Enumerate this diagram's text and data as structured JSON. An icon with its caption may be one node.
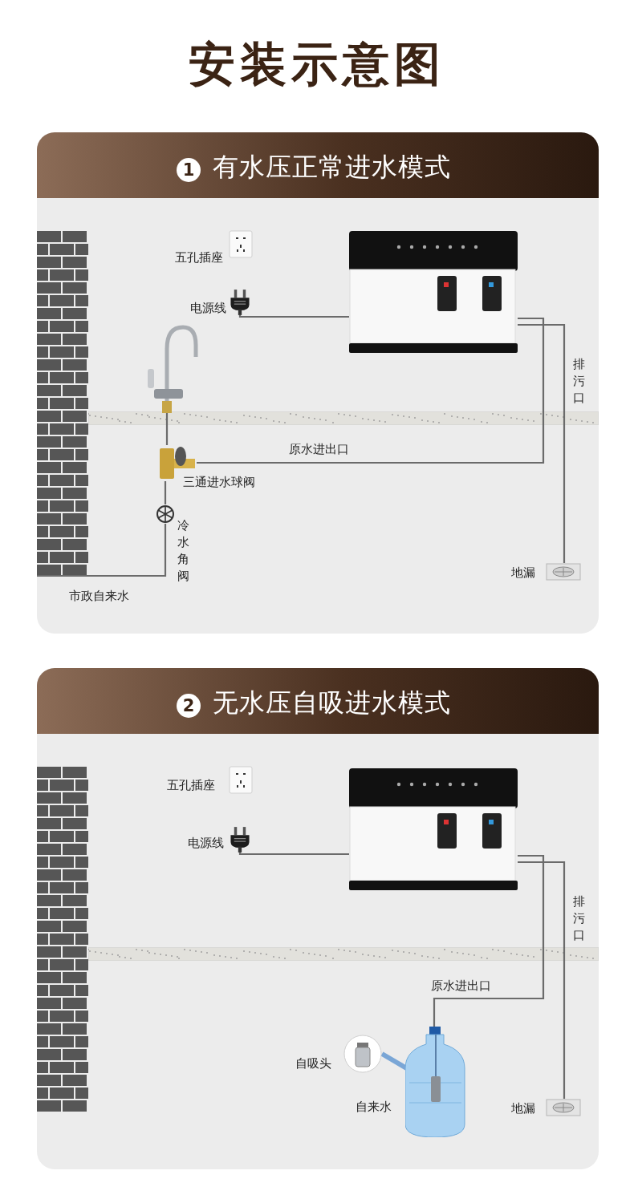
{
  "diagram": {
    "title": "安装示意图",
    "nodes": [
      {
        "text": [
          "有水压正常进水模式"
        ]
      },
      {
        "text": [
          "1"
        ],
        "in": 0
      },
      {
        "text": [],
        "shape": "picture",
        "in": 0,
        "beside": [
          "五孔插座"
        ]
      },
      {
        "text": [],
        "shape": "picture",
        "in": 0,
        "beside": [
          "电源线"
        ]
      },
      {
        "text": [],
        "shape": "picture",
        "in": 0
      },
      {
        "text": [],
        "shape": "picture",
        "in": 0
      },
      {
        "text": [],
        "shape": "picture",
        "in": 0,
        "beside": [
          "三通进水球阀"
        ]
      },
      {
        "text": [],
        "shape": "circle",
        "in": 0,
        "beside": [
          "冷水角阀"
        ]
      },
      {
        "text": [],
        "shape": "picture",
        "in": 0,
        "beside": [
          "地漏"
        ]
      },
      {
        "text": [
          "无水压自吸进水模式"
        ]
      },
      {
        "text": [
          "2"
        ],
        "in": 9
      },
      {
        "text": [],
        "shape": "picture",
        "in": 9,
        "beside": [
          "五孔插座"
        ]
      },
      {
        "text": [],
        "shape": "picture",
        "in": 9,
        "beside": [
          "电源线"
        ]
      },
      {
        "text": [],
        "shape": "picture",
        "in": 9
      },
      {
        "text": [],
        "shape": "picture",
        "in": 9,
        "beside": [
          "自吸头"
        ]
      },
      {
        "text": [],
        "shape": "picture",
        "in": 9,
        "beside": [
          "自来水"
        ]
      },
      {
        "text": [],
        "shape": "picture",
        "in": 9,
        "beside": [
          "地漏"
        ]
      }
    ],
    "edges": [
      {
        "from": 3,
        "to": 4,
        "arrow": "none"
      },
      {
        "from": 6,
        "to": 4,
        "arrow": "none",
        "label": "原水进出口"
      },
      {
        "from": 4,
        "to": 8,
        "arrow": "none",
        "label": "排污口"
      },
      {
        "from": 7,
        "to": 6,
        "arrow": "none"
      },
      {
        "from": 6,
        "to": 5,
        "arrow": "none"
      },
      {
        "from": null,
        "to": 7,
        "arrow": "none",
        "label": "市政自来水"
      },
      {
        "from": 12,
        "to": 13,
        "arrow": "none"
      },
      {
        "from": 13,
        "to": 15,
        "arrow": "none",
        "label": "原水进出口"
      },
      {
        "from": 13,
        "to": 16,
        "arrow": "none",
        "label": "排污口"
      },
      {
        "from": 14,
        "to": 15,
        "arrow": "none",
        "style": "thick",
        "color": "#7aa6d6"
      }
    ]
  }
}
